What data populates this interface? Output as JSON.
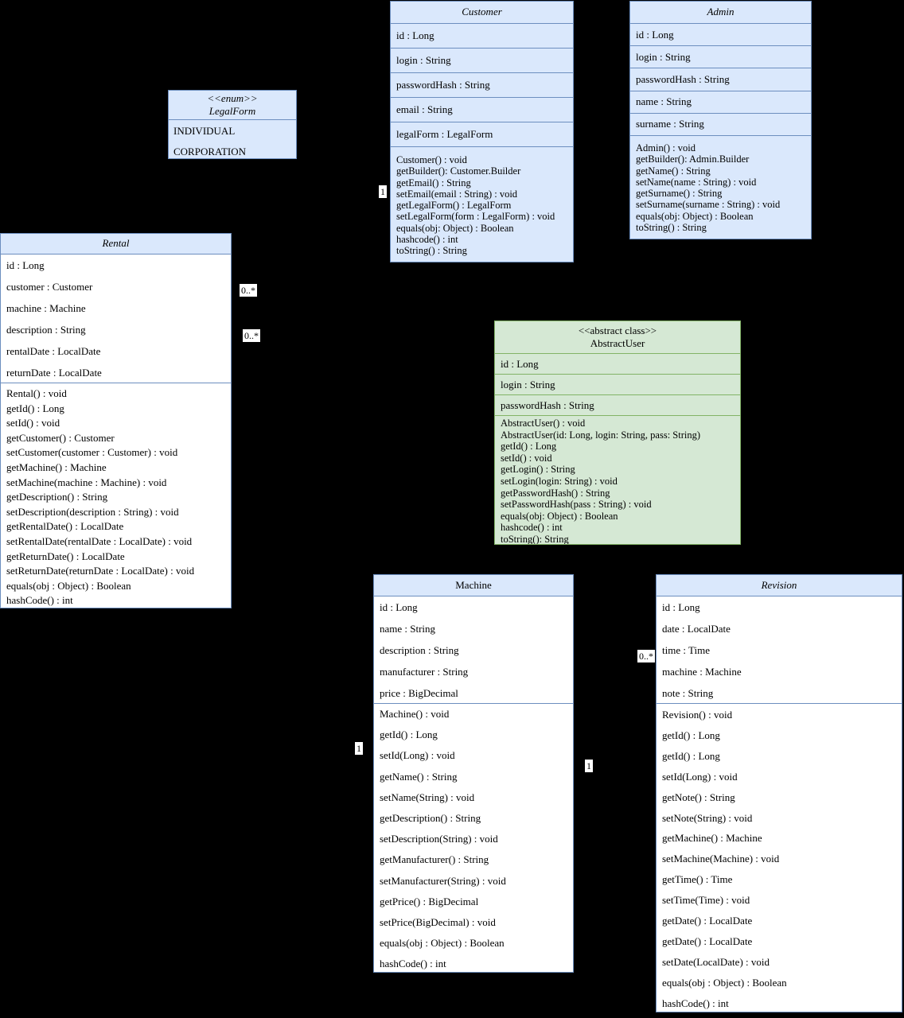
{
  "colors": {
    "background": "#000000",
    "blue_fill": "#dae8fc",
    "blue_stroke": "#6c8ebf",
    "green_fill": "#d5e8d4",
    "green_stroke": "#82b366",
    "body_fill": "#ffffff",
    "text": "#000000"
  },
  "classes": {
    "customer": {
      "name": "Customer",
      "attributes": [
        "id : Long",
        "login : String",
        "passwordHash : String",
        "email : String",
        "legalForm : LegalForm"
      ],
      "methods": [
        "Customer() : void",
        "getBuilder(): Customer.Builder",
        "getEmail() : String",
        "setEmail(email : String) : void",
        "getLegalForm() : LegalForm",
        "setLegalForm(form : LegalForm) : void",
        "equals(obj: Object) : Boolean",
        "hashcode() : int",
        "toString() : String"
      ]
    },
    "admin": {
      "name": "Admin",
      "attributes": [
        "id : Long",
        "login : String",
        "passwordHash : String",
        "name : String",
        "surname : String"
      ],
      "methods": [
        "Admin() : void",
        "getBuilder(): Admin.Builder",
        "getName() : String",
        "setName(name : String) : void",
        "getSurname() : String",
        "setSurname(surname : String) : void",
        "equals(obj: Object) : Boolean",
        "toString() : String"
      ]
    },
    "legalform": {
      "stereotype": "<<enum>>",
      "name": "LegalForm",
      "values": [
        "INDIVIDUAL",
        "CORPORATION"
      ]
    },
    "rental": {
      "name": "Rental",
      "attributes": [
        "id : Long",
        "customer : Customer",
        "machine : Machine",
        "description : String",
        "rentalDate : LocalDate",
        "returnDate : LocalDate"
      ],
      "methods": [
        "Rental() : void",
        "getId() : Long",
        "setId() : void",
        "getCustomer() : Customer",
        "setCustomer(customer : Customer) : void",
        "getMachine() : Machine",
        "setMachine(machine : Machine) : void",
        "getDescription() : String",
        "setDescription(description : String) : void",
        "getRentalDate() : LocalDate",
        "setRentalDate(rentalDate : LocalDate) : void",
        "getReturnDate() : LocalDate",
        "setReturnDate(returnDate : LocalDate) : void",
        "equals(obj : Object) : Boolean",
        "hashCode() : int"
      ]
    },
    "abstractuser": {
      "stereotype": "<<abstract class>>",
      "name": "AbstractUser",
      "attributes": [
        "id : Long",
        "login : String",
        "passwordHash : String"
      ],
      "methods": [
        "AbstractUser() : void",
        "AbstractUser(id: Long, login: String, pass: String)",
        "getId() : Long",
        "setId() : void",
        "getLogin() : String",
        "setLogin(login: String) : void",
        "getPasswordHash() : String",
        "setPasswordHash(pass : String) : void",
        "equals(obj: Object) : Boolean",
        "hashcode() : int",
        "toString(): String"
      ]
    },
    "machine": {
      "name": "Machine",
      "attributes": [
        "id : Long",
        "name : String",
        "description : String",
        "manufacturer : String",
        "price : BigDecimal"
      ],
      "methods": [
        "Machine() : void",
        "getId() : Long",
        "setId(Long) : void",
        "getName() : String",
        "setName(String) : void",
        "getDescription() : String",
        "setDescription(String) : void",
        "getManufacturer() : String",
        "setManufacturer(String) : void",
        "getPrice() : BigDecimal",
        "setPrice(BigDecimal) : void",
        "equals(obj : Object) : Boolean",
        "hashCode() : int"
      ]
    },
    "revision": {
      "name": "Revision",
      "attributes": [
        "id : Long",
        "date : LocalDate",
        "time : Time",
        "machine : Machine",
        "note : String"
      ],
      "methods": [
        "Revision() : void",
        "getId() : Long",
        "getId() : Long",
        "setId(Long) : void",
        "getNote() : String",
        "setNote(String) : void",
        "getMachine() : Machine",
        "setMachine(Machine) : void",
        "getTime() : Time",
        "setTime(Time) : void",
        "getDate() : LocalDate",
        "getDate() : LocalDate",
        "setDate(LocalDate) : void",
        "equals(obj : Object) : Boolean",
        "hashCode() : int"
      ]
    }
  },
  "multiplicities": [
    {
      "text": "1"
    },
    {
      "text": "0..*"
    },
    {
      "text": "0..*"
    },
    {
      "text": "0..*"
    },
    {
      "text": "1"
    },
    {
      "text": "1"
    }
  ]
}
